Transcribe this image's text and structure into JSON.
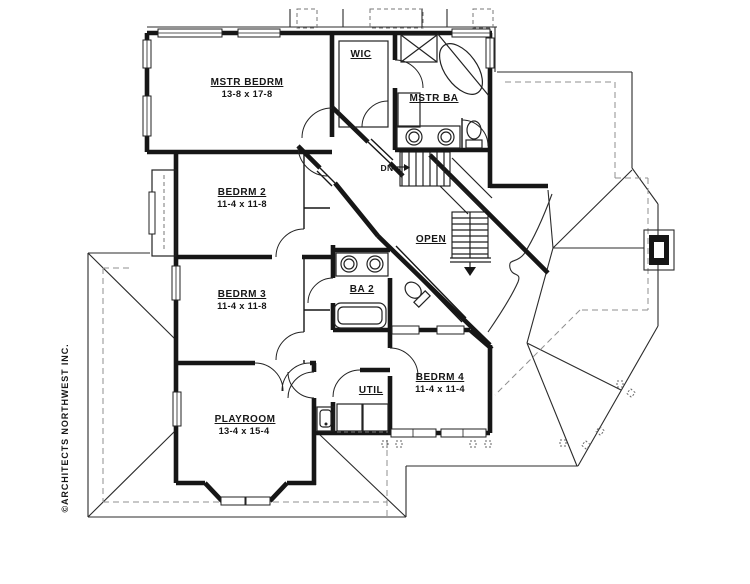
{
  "drawing": {
    "type": "floor-plan",
    "copyright": "©ARCHITECTS NORTHWEST INC.",
    "colors": {
      "ink": "#161616",
      "dash_gray": "#8f8f8f",
      "paper": "#ffffff"
    },
    "rooms": [
      {
        "name": "MSTR BEDRM",
        "dims": "13-8 x 17-8"
      },
      {
        "name": "WIC",
        "dims": ""
      },
      {
        "name": "MSTR BA",
        "dims": ""
      },
      {
        "name": "BEDRM 2",
        "dims": "11-4 x 11-8"
      },
      {
        "name": "BEDRM 3",
        "dims": "11-4 x 11-8"
      },
      {
        "name": "BA 2",
        "dims": ""
      },
      {
        "name": "BEDRM 4",
        "dims": "11-4 x 11-4"
      },
      {
        "name": "PLAYROOM",
        "dims": "13-4 x 15-4"
      },
      {
        "name": "UTIL",
        "dims": ""
      }
    ],
    "annotations": {
      "down": "DN",
      "open": "OPEN"
    }
  }
}
